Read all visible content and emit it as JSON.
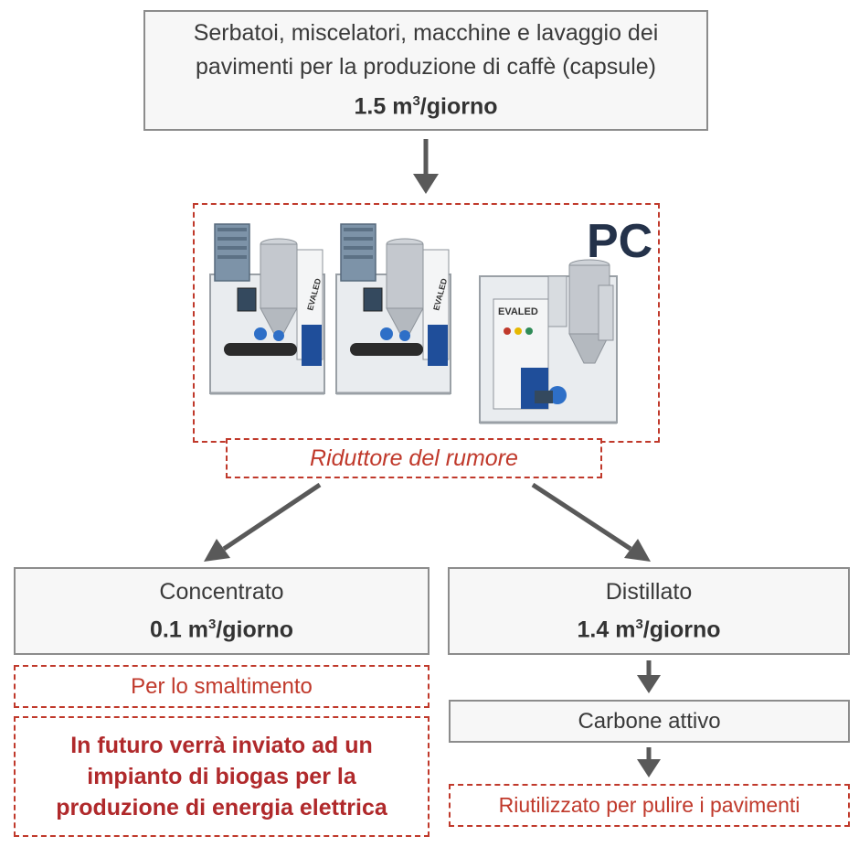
{
  "source": {
    "line1": "Serbatoi, miscelatori, macchine e lavaggio dei",
    "line2": "pavimenti per la produzione di caffè (capsule)",
    "rate_value": "1.5 m",
    "rate_sup": "3",
    "rate_unit": "/giorno"
  },
  "machines": {
    "label": "PC",
    "units": [
      {
        "brand": "EVALED"
      },
      {
        "brand": "EVALED"
      },
      {
        "brand": "EVALED"
      }
    ]
  },
  "noise_reducer": "Riduttore del rumore",
  "concentrate": {
    "title": "Concentrato",
    "rate_value": "0.1 m",
    "rate_sup": "3",
    "rate_unit": "/giorno"
  },
  "distillate": {
    "title": "Distillato",
    "rate_value": "1.4 m",
    "rate_sup": "3",
    "rate_unit": "/giorno"
  },
  "disposal": "Per lo smaltimento",
  "future": {
    "line1": "In futuro verrà inviato ad un",
    "line2": "impianto di biogas per la",
    "line3": "produzione di energia elettrica"
  },
  "carbon": "Carbone attivo",
  "reuse": "Riutilizzato per pulire i pavimenti",
  "colors": {
    "arrow": "#595959",
    "dashed_border": "#c0392b",
    "box_border": "#8c8c8c",
    "machine_blue": "#1f4e9a",
    "steel": "#b8bcc2"
  }
}
